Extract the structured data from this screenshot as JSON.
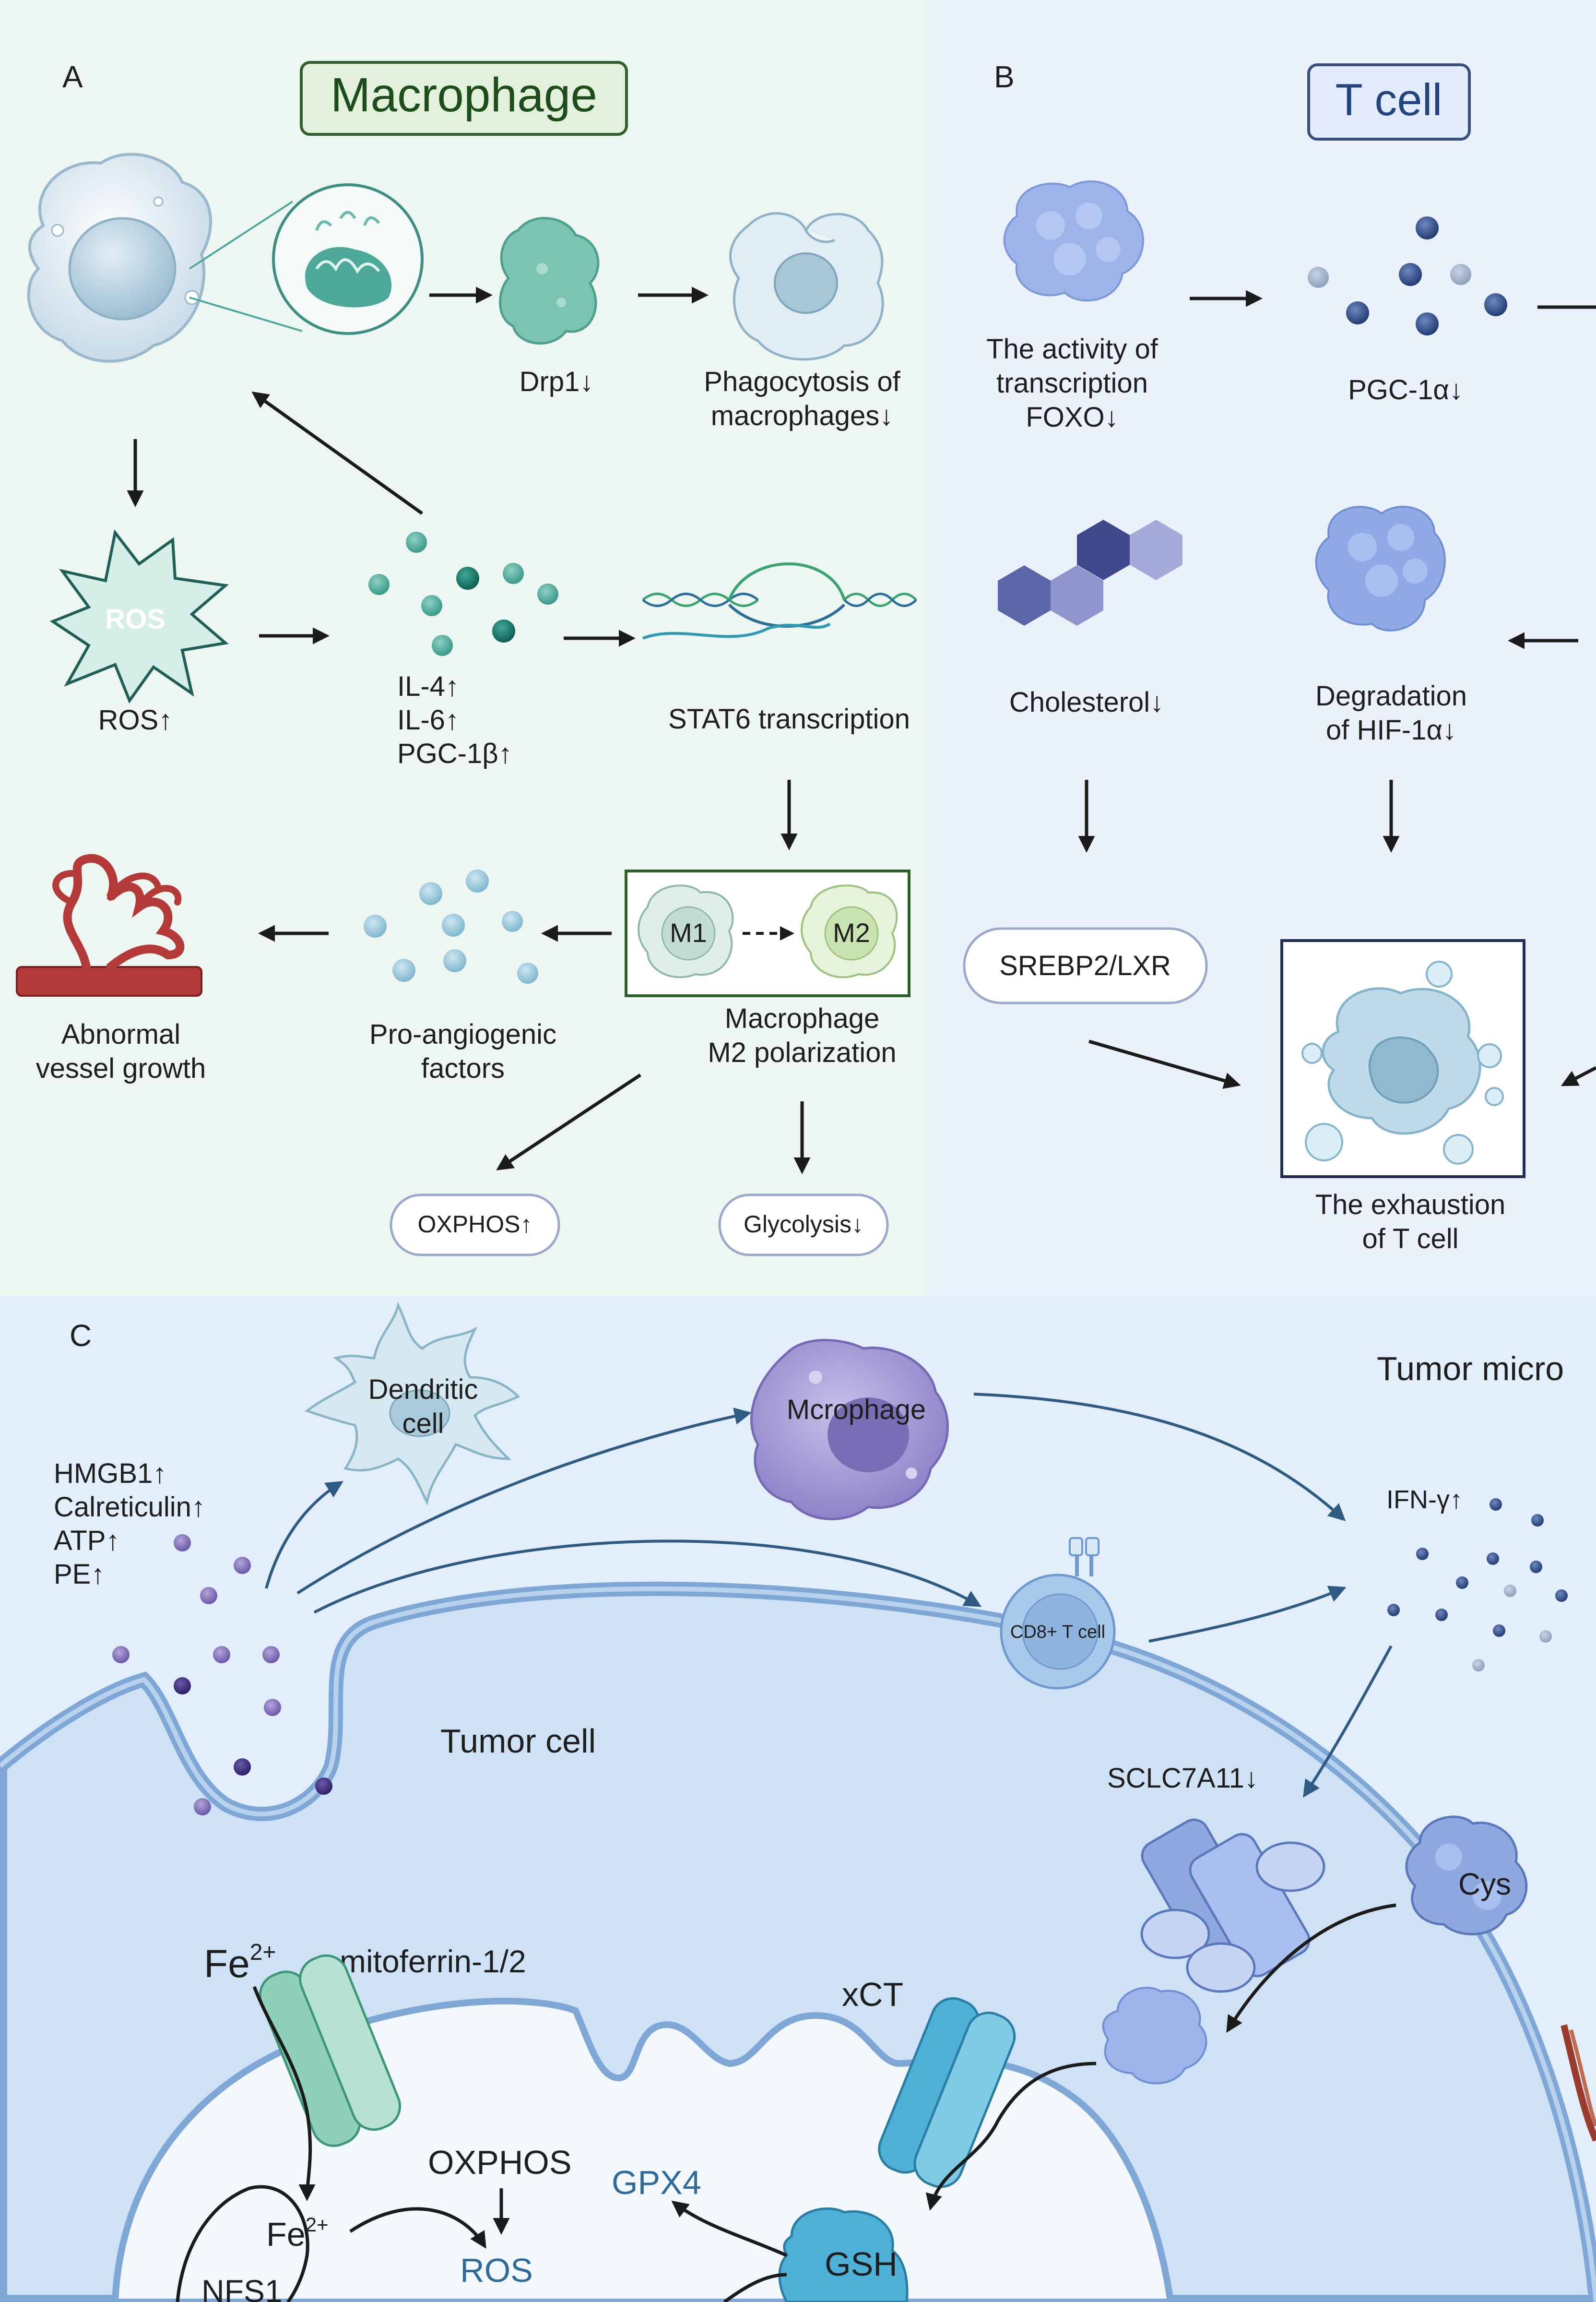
{
  "panel_a": {
    "letter": "A",
    "title": "Macrophage",
    "drp1": "Drp1↓",
    "phago_1": "Phagocytosis of",
    "phago_2": "macrophages↓",
    "ros_in": "ROS",
    "ros": "ROS↑",
    "il4": "IL-4↑",
    "il6": "IL-6↑",
    "pgc1b": "PGC-1β↑",
    "stat6": "STAT6 transcription",
    "m1": "M1",
    "m2": "M2",
    "m2pol_1": "Macrophage",
    "m2pol_2": "M2 polarization",
    "proang_1": "Pro-angiogenic",
    "proang_2": "factors",
    "vessel_1": "Abnormal",
    "vessel_2": "vessel growth",
    "oxphos": "OXPHOS↑",
    "glycolysis": "Glycolysis↓"
  },
  "panel_b": {
    "letter": "B",
    "title": "T cell",
    "foxo_1": "The activity of",
    "foxo_2": "transcription",
    "foxo_3": "FOXO↓",
    "pgc1a": "PGC-1α↓",
    "cholesterol": "Cholesterol↓",
    "hif_1": "Degradation",
    "hif_2": "of HIF-1α↓",
    "srebp": "SREBP2/LXR",
    "exhaust_1": "The exhaustion",
    "exhaust_2": "of T cell"
  },
  "panel_c": {
    "letter": "C",
    "dendritic_1": "Dendritic",
    "dendritic_2": "cell",
    "macrophage": "Mcrophage",
    "tumor_micro": "Tumor micro",
    "hmgb1": "HMGB1↑",
    "calreticulin": "Calreticulin↑",
    "atp": "ATP↑",
    "pe": "PE↑",
    "ifng": "IFN-γ↑",
    "cd8": "CD8+ T cell",
    "tumor_cell": "Tumor cell",
    "sclc": "SCLC7A11↓",
    "cys": "Cys",
    "fe_top": "Fe",
    "fe_sup": "2+",
    "mitoferrin": "mitoferrin-1/2",
    "xct": "xCT",
    "oxphos": "OXPHOS",
    "gpx4": "GPX4",
    "fe_in": "Fe",
    "fe_in_sup": "2+",
    "ros": "ROS",
    "gsh": "GSH",
    "nfs1": "NFS1"
  },
  "colors": {
    "panel_a_bg": "#eef6f1",
    "panel_b_bg": "#eaf1fb",
    "panel_c_bg": "#e1edf8",
    "macrophage_title_bg": "#e3f1dc",
    "macrophage_title_border": "#2f5f2a",
    "tcell_title_border": "#3a4f80",
    "teal": "#4da89a",
    "dark_teal": "#1f7a6d",
    "blue_text": "#2e6a9a",
    "membrane": "#7fa7d6"
  }
}
